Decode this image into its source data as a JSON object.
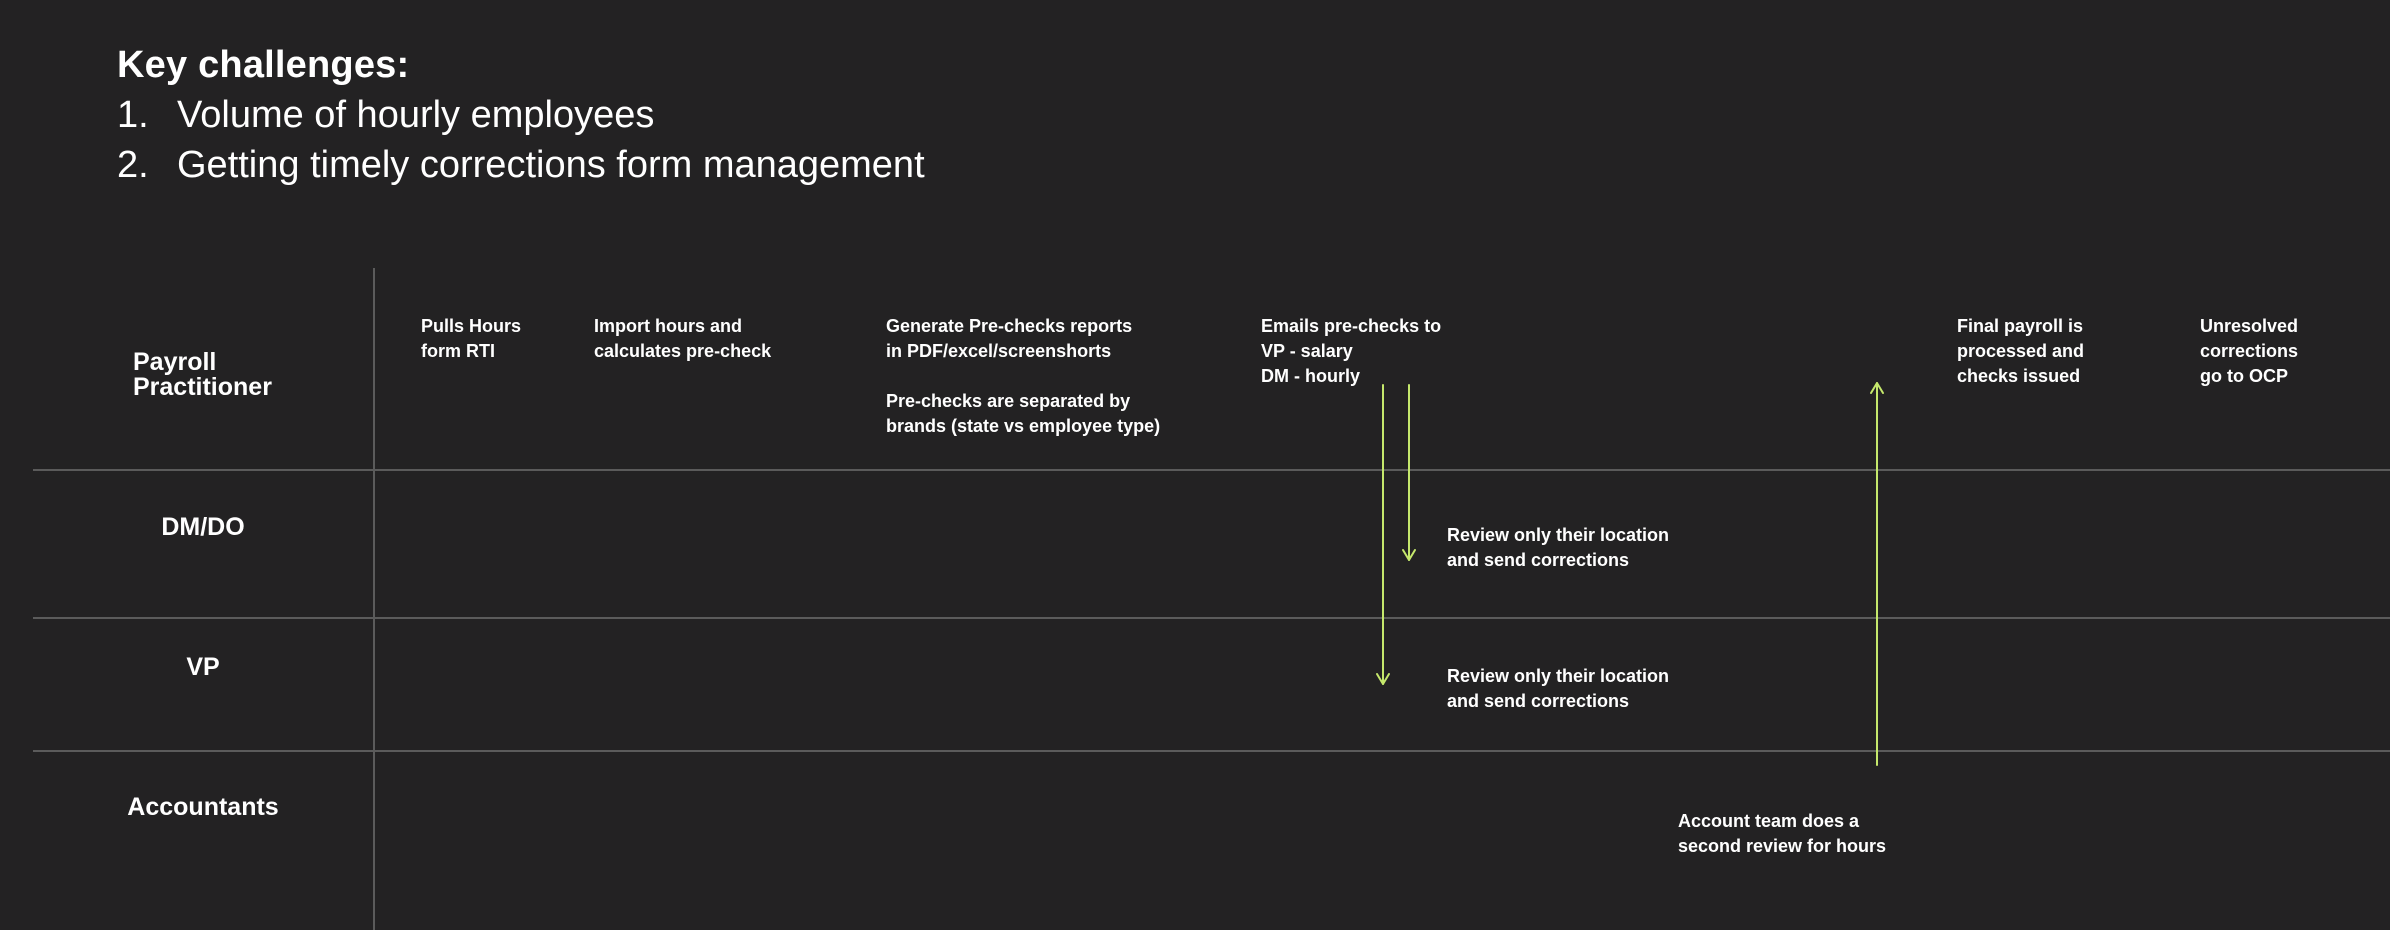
{
  "header": {
    "title": "Key challenges:",
    "items": [
      {
        "num": "1.",
        "text": "Volume of hourly employees"
      },
      {
        "num": "2.",
        "text": "Getting timely corrections form management"
      }
    ]
  },
  "lanes": {
    "payroll": "Payroll\nPractitioner",
    "dmdo": "DM/DO",
    "vp": "VP",
    "accountants": "Accountants"
  },
  "notes": {
    "pulls_hours": "Pulls Hours\nform RTI",
    "import_hours": "Import hours and\ncalculates pre-check",
    "generate_reports": "Generate Pre-checks reports\nin PDF/excel/screenshorts",
    "separated_brands": "Pre-checks are separated by\nbrands (state vs employee type)",
    "emails_prechecks": "Emails pre-checks to\nVP - salary\nDM - hourly",
    "final_payroll": "Final payroll is\nprocessed and\nchecks issued",
    "unresolved": "Unresolved\ncorrections\ngo to OCP",
    "dm_review": "Review only their location\nand send corrections",
    "vp_review": "Review only their location\nand send corrections",
    "account_review": "Account team does a\nsecond review for hours"
  },
  "colors": {
    "background": "#232223",
    "arrow": "#c5e86c",
    "divider": "#5b5b5b",
    "text": "#ffffff"
  }
}
